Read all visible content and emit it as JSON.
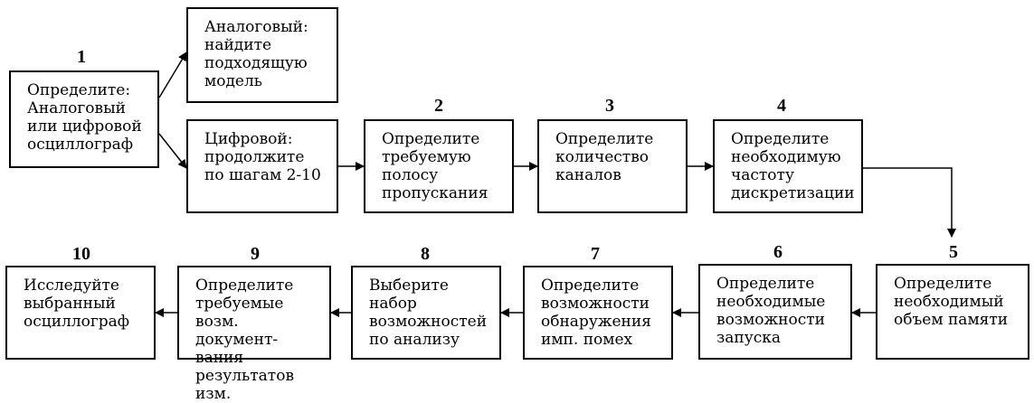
{
  "steps": {
    "s1": {
      "num": "1",
      "text": "Определите:\nАналоговый\nили цифровой\nосциллограф"
    },
    "analog": {
      "text": "Аналоговый:\nнайдите\nподходящую\nмодель"
    },
    "digital": {
      "text": "Цифровой:\nпродолжите\nпо шагам 2-10"
    },
    "s2": {
      "num": "2",
      "text": "Определите\nтребуемую\nполосу\nпропускания"
    },
    "s3": {
      "num": "3",
      "text": "Определите\nколичество\nканалов"
    },
    "s4": {
      "num": "4",
      "text": "Определите\nнеобходимую\nчастоту\nдискретизации"
    },
    "s5": {
      "num": "5",
      "text": "Определите\nнеобходимый\nобъем памяти"
    },
    "s6": {
      "num": "6",
      "text": "Определите\nнеобходимые\nвозможности\nзапуска"
    },
    "s7": {
      "num": "7",
      "text": "Определите\nвозможности\nобнаружения\nимп. помех"
    },
    "s8": {
      "num": "8",
      "text": "Выберите\nнабор\nвозможностей\nпо анализу"
    },
    "s9": {
      "num": "9",
      "text": "Определите\nтребуемые возм.\nдокумент-вания\nрезультатов изм."
    },
    "s10": {
      "num": "10",
      "text": "Исследуйте\nвыбранный\nосциллограф"
    }
  }
}
